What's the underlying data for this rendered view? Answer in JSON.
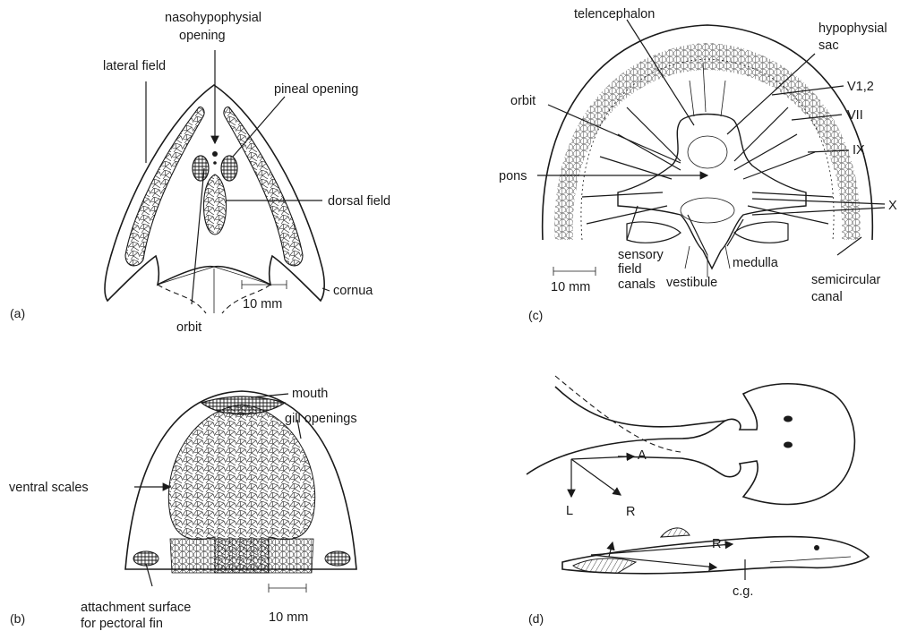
{
  "panels": {
    "a": {
      "letter": "(a)",
      "labels": {
        "nasohypophysial": "nasohypophysial",
        "opening": "opening",
        "lateral_field": "lateral field",
        "pineal_opening": "pineal opening",
        "dorsal_field": "dorsal field",
        "cornua": "cornua",
        "orbit": "orbit",
        "scale": "10 mm"
      }
    },
    "b": {
      "letter": "(b)",
      "labels": {
        "mouth": "mouth",
        "gill_openings": "gill openings",
        "ventral_scales": "ventral scales",
        "attachment_1": "attachment surface",
        "attachment_2": "for pectoral fin",
        "scale": "10 mm"
      }
    },
    "c": {
      "letter": "(c)",
      "labels": {
        "telencephalon": "telencephalon",
        "hypophysial": "hypophysial",
        "sac": "sac",
        "v12": "V1,2",
        "vii": "VII",
        "orbit": "orbit",
        "ix": "IX",
        "pons": "pons",
        "x": "X",
        "sensory": "sensory",
        "field": "field",
        "canals": "canals",
        "vestibule": "vestibule",
        "medulla": "medulla",
        "semicircular": "semicircular",
        "canal": "canal",
        "scale": "10 mm"
      }
    },
    "d": {
      "letter": "(d)",
      "labels": {
        "A": "A",
        "L": "L",
        "R_top": "R",
        "R_bottom": "R",
        "cg": "c.g."
      }
    }
  }
}
